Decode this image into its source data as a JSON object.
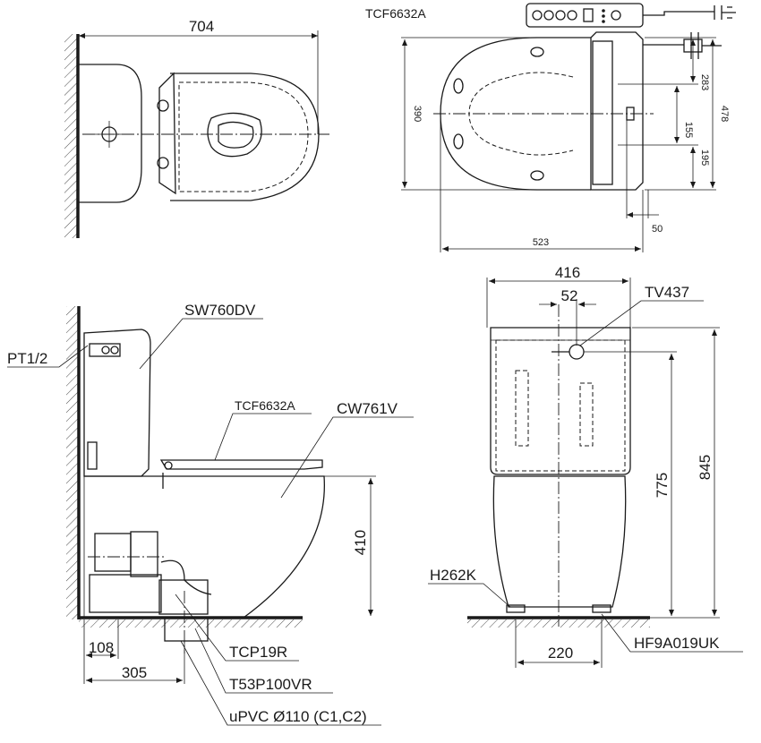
{
  "top_view": {
    "width_dim": "704"
  },
  "seat_top_view": {
    "model": "TCF6632A",
    "dims": {
      "height": "390",
      "width": "523",
      "d283": "283",
      "d478": "478",
      "d155": "155",
      "d195": "195",
      "d50": "50"
    }
  },
  "side_view": {
    "labels": {
      "tank": "SW760DV",
      "inlet": "PT1/2",
      "seat": "TCF6632A",
      "bowl": "CW761V",
      "flange": "TCP19R",
      "adaptor": "T53P100VR",
      "pipe": "uPVC Ø110 (C1,C2)"
    },
    "dims": {
      "height": "410",
      "d108": "108",
      "d305": "305"
    }
  },
  "front_view": {
    "labels": {
      "valve": "TV437",
      "bolt_left": "H262K",
      "bolt_right": "HF9A019UK"
    },
    "dims": {
      "width": "416",
      "d52": "52",
      "d775": "775",
      "d845": "845",
      "d220": "220"
    }
  }
}
